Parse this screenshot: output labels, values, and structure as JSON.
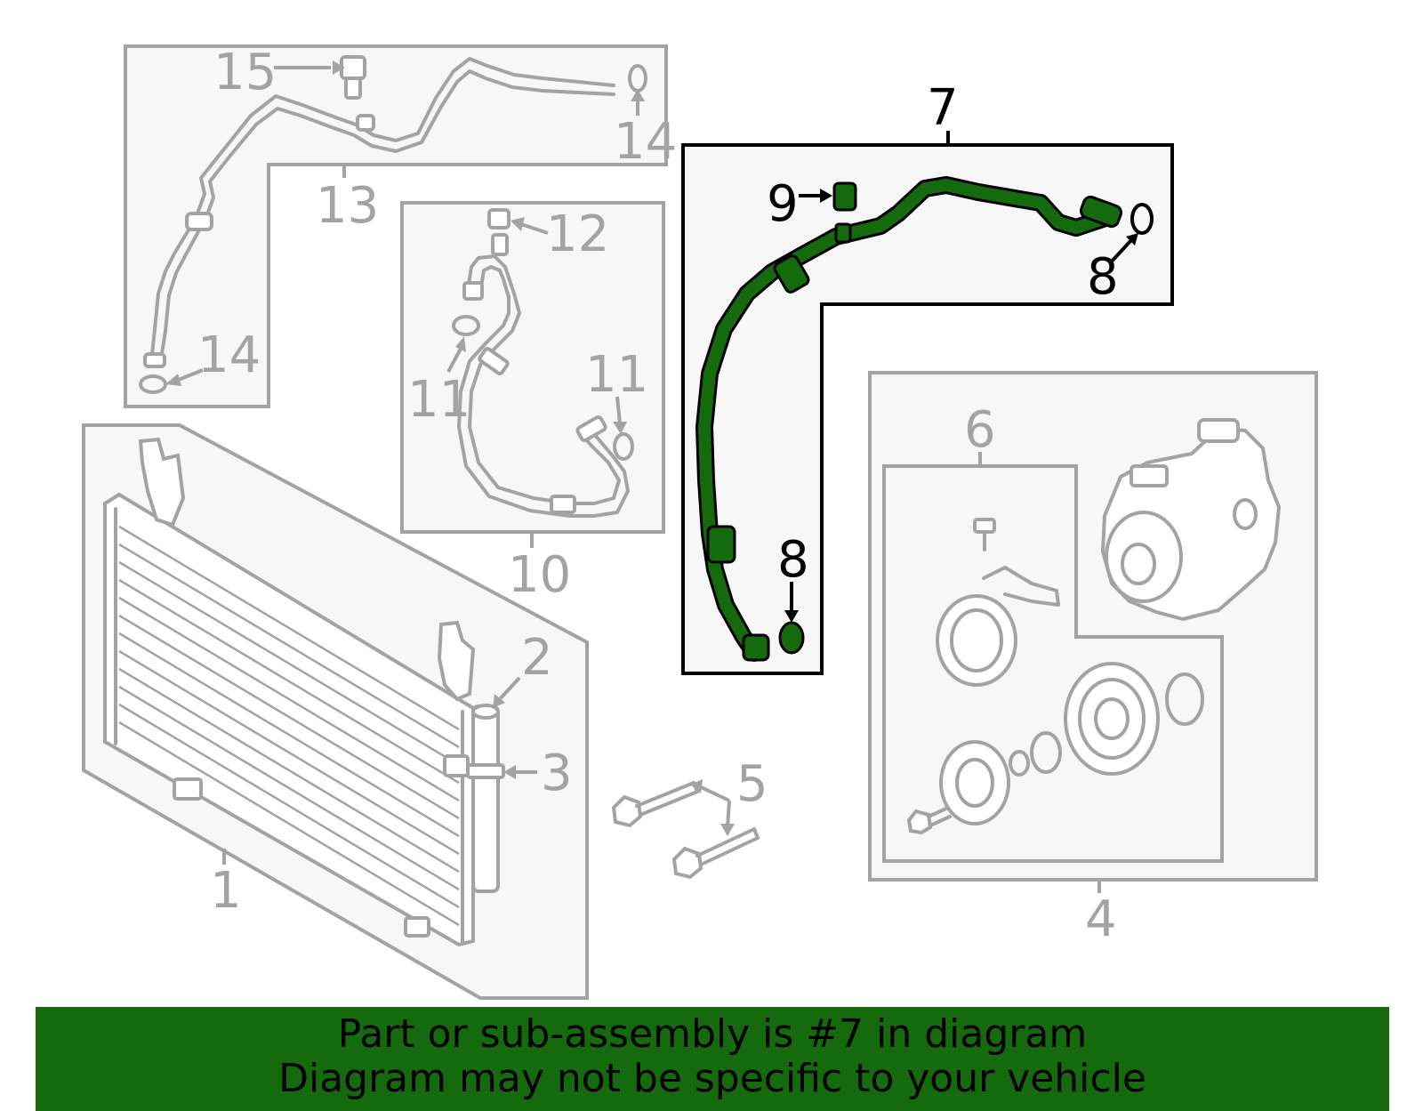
{
  "callouts": {
    "c1": "1",
    "c2": "2",
    "c3": "3",
    "c4": "4",
    "c5": "5",
    "c6": "6",
    "c7": "7",
    "c8a": "8",
    "c8b": "8",
    "c9": "9",
    "c10": "10",
    "c11a": "11",
    "c11b": "11",
    "c12": "12",
    "c13": "13",
    "c14a": "14",
    "c14b": "14",
    "c15": "15"
  },
  "highlight": {
    "part": "7",
    "color": "#156a0e"
  },
  "banner": {
    "line1": "Part or sub-assembly is #7 in diagram",
    "line2": "Diagram may not be specific to your vehicle"
  }
}
